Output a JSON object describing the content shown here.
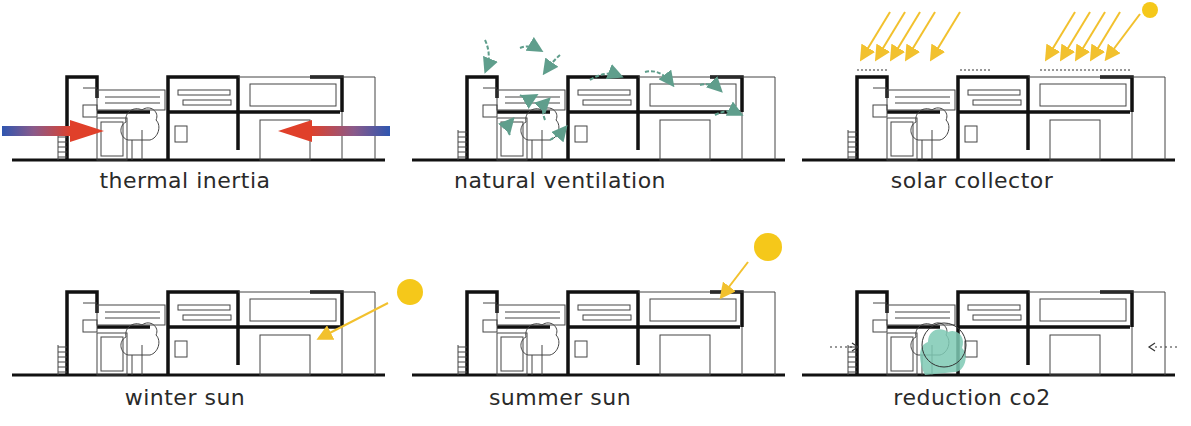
{
  "diagram": {
    "labels": [
      "thermal inertia",
      "natural ventilation",
      "solar collector",
      "winter sun",
      "summer sun",
      "reduction co2"
    ]
  }
}
